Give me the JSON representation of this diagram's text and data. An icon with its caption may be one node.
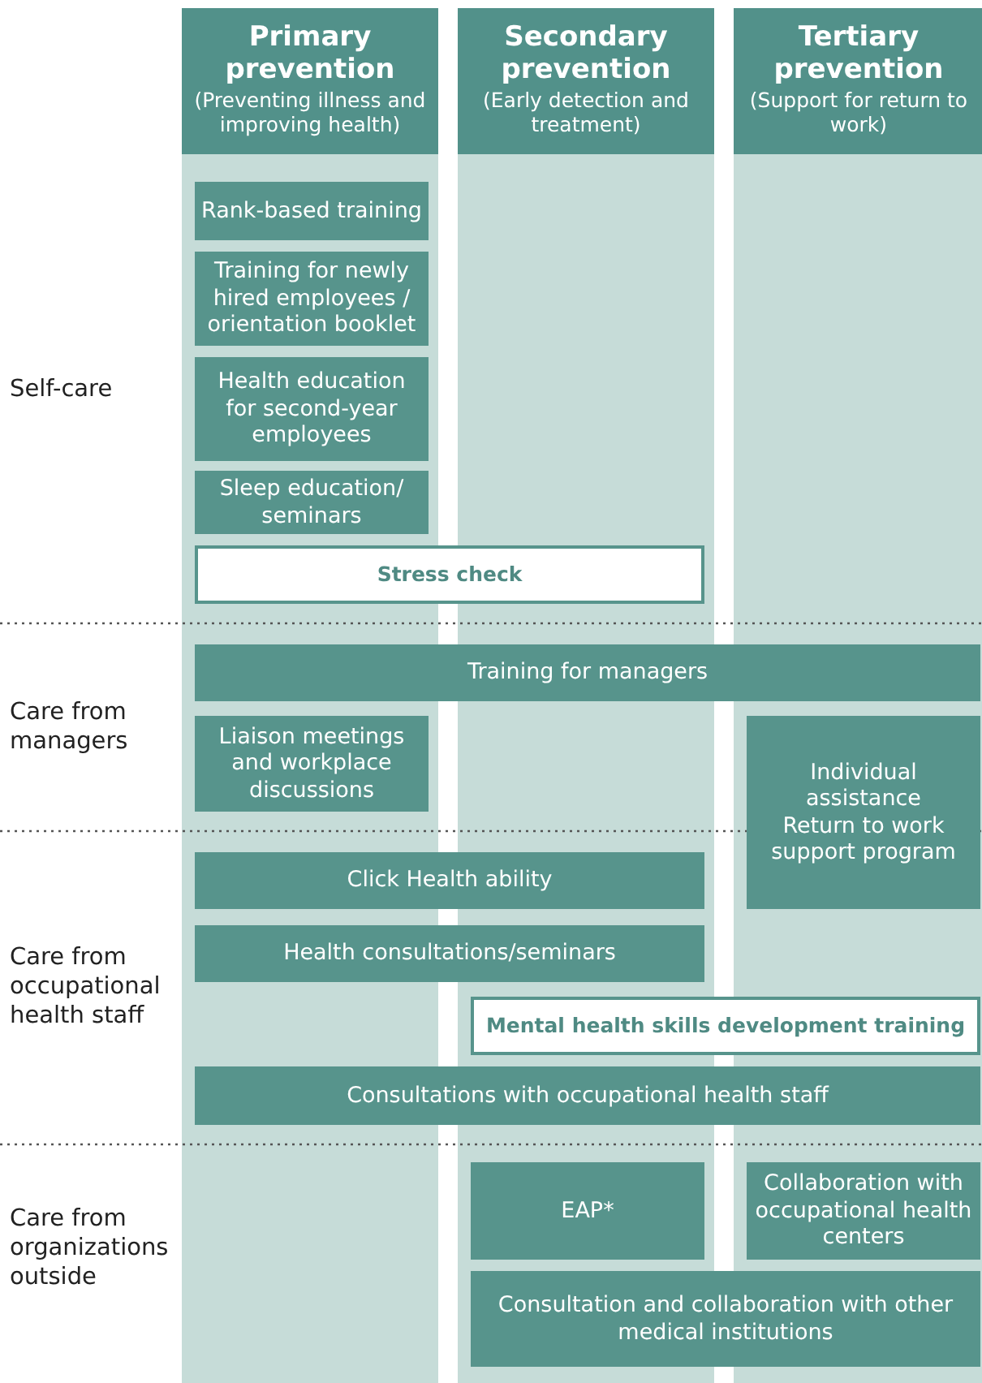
{
  "diagram": {
    "nodes": [
      {
        "text": [
          "Primary prevention",
          "(Preventing illness and improving health)"
        ]
      },
      {
        "text": [
          "Secondary prevention",
          "(Early detection and treatment)"
        ]
      },
      {
        "text": [
          "Tertiary prevention",
          "(Support for return to work)"
        ]
      },
      {
        "text": [
          "Rank-based training"
        ],
        "in": 0
      },
      {
        "text": [
          "Training for newly hired employees / orientation booklet"
        ],
        "in": 0
      },
      {
        "text": [
          "Health education for second-year employees"
        ],
        "in": 0
      },
      {
        "text": [
          "Sleep education/ seminars"
        ],
        "in": 0
      },
      {
        "text": [
          "Stress check"
        ]
      },
      {
        "text": [
          "Training for managers"
        ]
      },
      {
        "text": [
          "Liaison meetings and workplace discussions"
        ],
        "in": 0
      },
      {
        "text": [
          "Individual assistance",
          "Return to work support program"
        ],
        "in": 2
      },
      {
        "text": [
          "Click Health ability"
        ]
      },
      {
        "text": [
          "Health consultations/seminars"
        ]
      },
      {
        "text": [
          "Mental health skills development training"
        ]
      },
      {
        "text": [
          "Consultations with occupational health staff"
        ]
      },
      {
        "text": [
          "EAP*"
        ],
        "in": 1
      },
      {
        "text": [
          "Collaboration with occupational health centers"
        ],
        "in": 2
      },
      {
        "text": [
          "Consultation and collaboration with other medical institutions"
        ]
      }
    ],
    "labels": [
      "Self-care",
      "Care from managers",
      "Care from occupational health staff",
      "Care from organizations outside"
    ]
  }
}
